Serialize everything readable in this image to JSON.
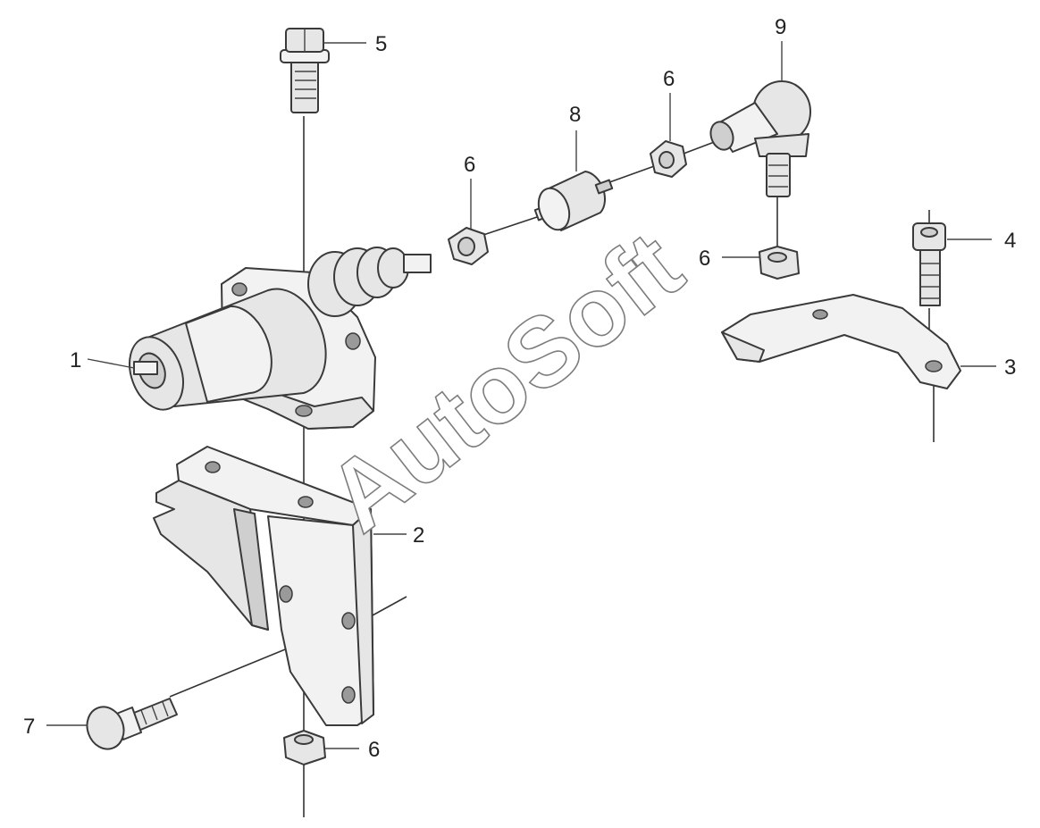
{
  "watermark": "AutoSoft",
  "callouts": [
    {
      "id": "c1",
      "label": "1"
    },
    {
      "id": "c2",
      "label": "2"
    },
    {
      "id": "c3",
      "label": "3"
    },
    {
      "id": "c4",
      "label": "4"
    },
    {
      "id": "c5",
      "label": "5"
    },
    {
      "id": "c6a",
      "label": "6"
    },
    {
      "id": "c6b",
      "label": "6"
    },
    {
      "id": "c6c",
      "label": "6"
    },
    {
      "id": "c6d",
      "label": "6"
    },
    {
      "id": "c7",
      "label": "7"
    },
    {
      "id": "c8",
      "label": "8"
    },
    {
      "id": "c9",
      "label": "9"
    }
  ],
  "colors": {
    "line": "#3a3a3a",
    "fill": "#e6e6e6",
    "watermark_outline": "#7d7d7d"
  }
}
